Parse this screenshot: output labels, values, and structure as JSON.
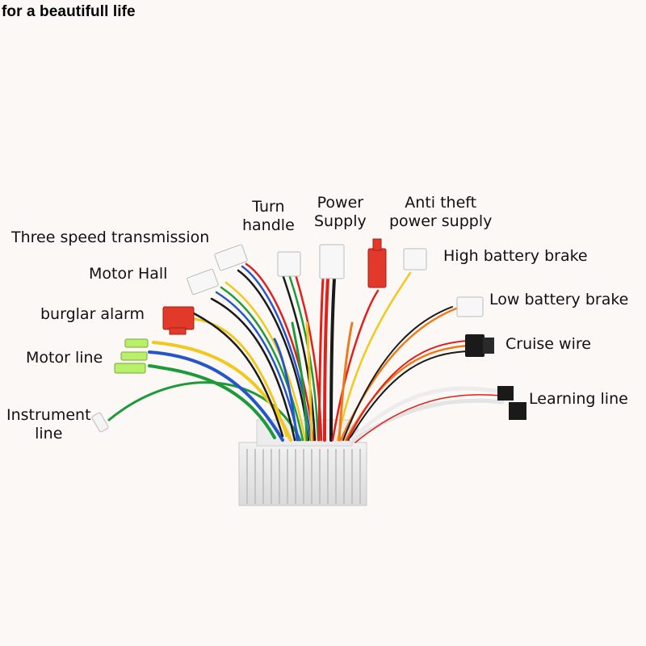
{
  "tagline": "for a beautifull life",
  "labels": {
    "three_speed": "Three speed transmission",
    "turn_handle": "Turn\nhandle",
    "power_supply": "Power\nSupply",
    "anti_theft": "Anti theft\npower supply",
    "motor_hall": "Motor Hall",
    "high_brake": "High battery brake",
    "low_brake": "Low battery brake",
    "burglar_alarm": "burglar alarm",
    "cruise_wire": "Cruise wire",
    "motor_line": "Motor line",
    "learning_line": "Learning line",
    "instrument_line": "Instrument\nline"
  },
  "colors": {
    "background": "#fbf8f6",
    "controller_body": "#e6e6e6",
    "red": "#e0201b",
    "green": "#1f9a3b",
    "blue": "#2456c9",
    "yellow": "#f2c81e",
    "orange": "#ef7a1a",
    "black": "#1a1a1a",
    "white_wire": "#f4f4f4",
    "connector_green": "#b8f06a",
    "connector_red": "#e23a2a"
  }
}
